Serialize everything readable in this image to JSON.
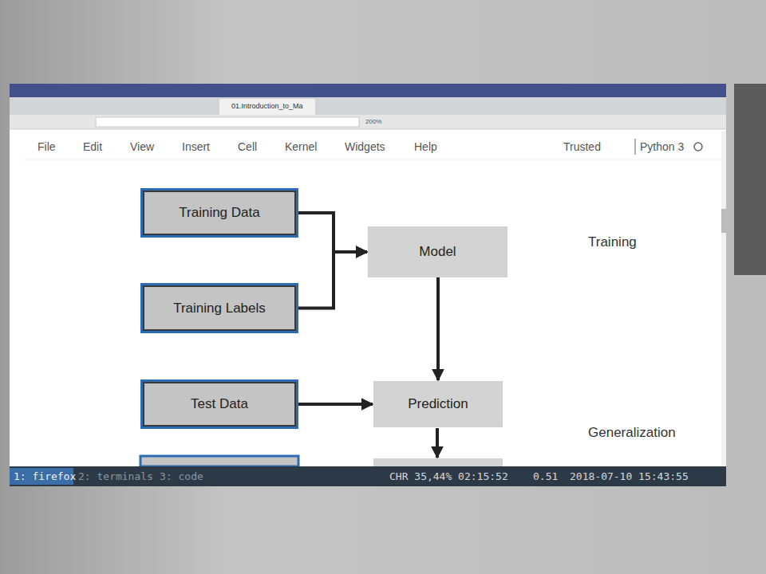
{
  "diagram": {
    "nodes": [
      {
        "text": [
          "Training Data"
        ]
      },
      {
        "text": [
          "Model"
        ]
      },
      {
        "text": [
          "Training Labels"
        ]
      },
      {
        "text": [
          "Test Data"
        ]
      },
      {
        "text": [
          "Prediction"
        ]
      }
    ],
    "edges": [
      {
        "from": 0,
        "to": 1,
        "arrow": "to"
      },
      {
        "from": 2,
        "to": 1,
        "arrow": "to"
      },
      {
        "from": 1,
        "to": 4,
        "arrow": "to"
      },
      {
        "from": 3,
        "to": 4,
        "arrow": "to"
      }
    ],
    "labels": [
      "File",
      "Edit",
      "View",
      "Insert",
      "Cell",
      "Kernel",
      "Widgets",
      "Help",
      "Trusted",
      "Python 3",
      "Training",
      "Generalization",
      "1: firefox",
      "2: terminals",
      "3: code",
      "CHR 35,44% 02:15:52",
      "0.51",
      "2018-07-10 15:43:55",
      "01.Introduction_to_Ma",
      "200%"
    ]
  }
}
